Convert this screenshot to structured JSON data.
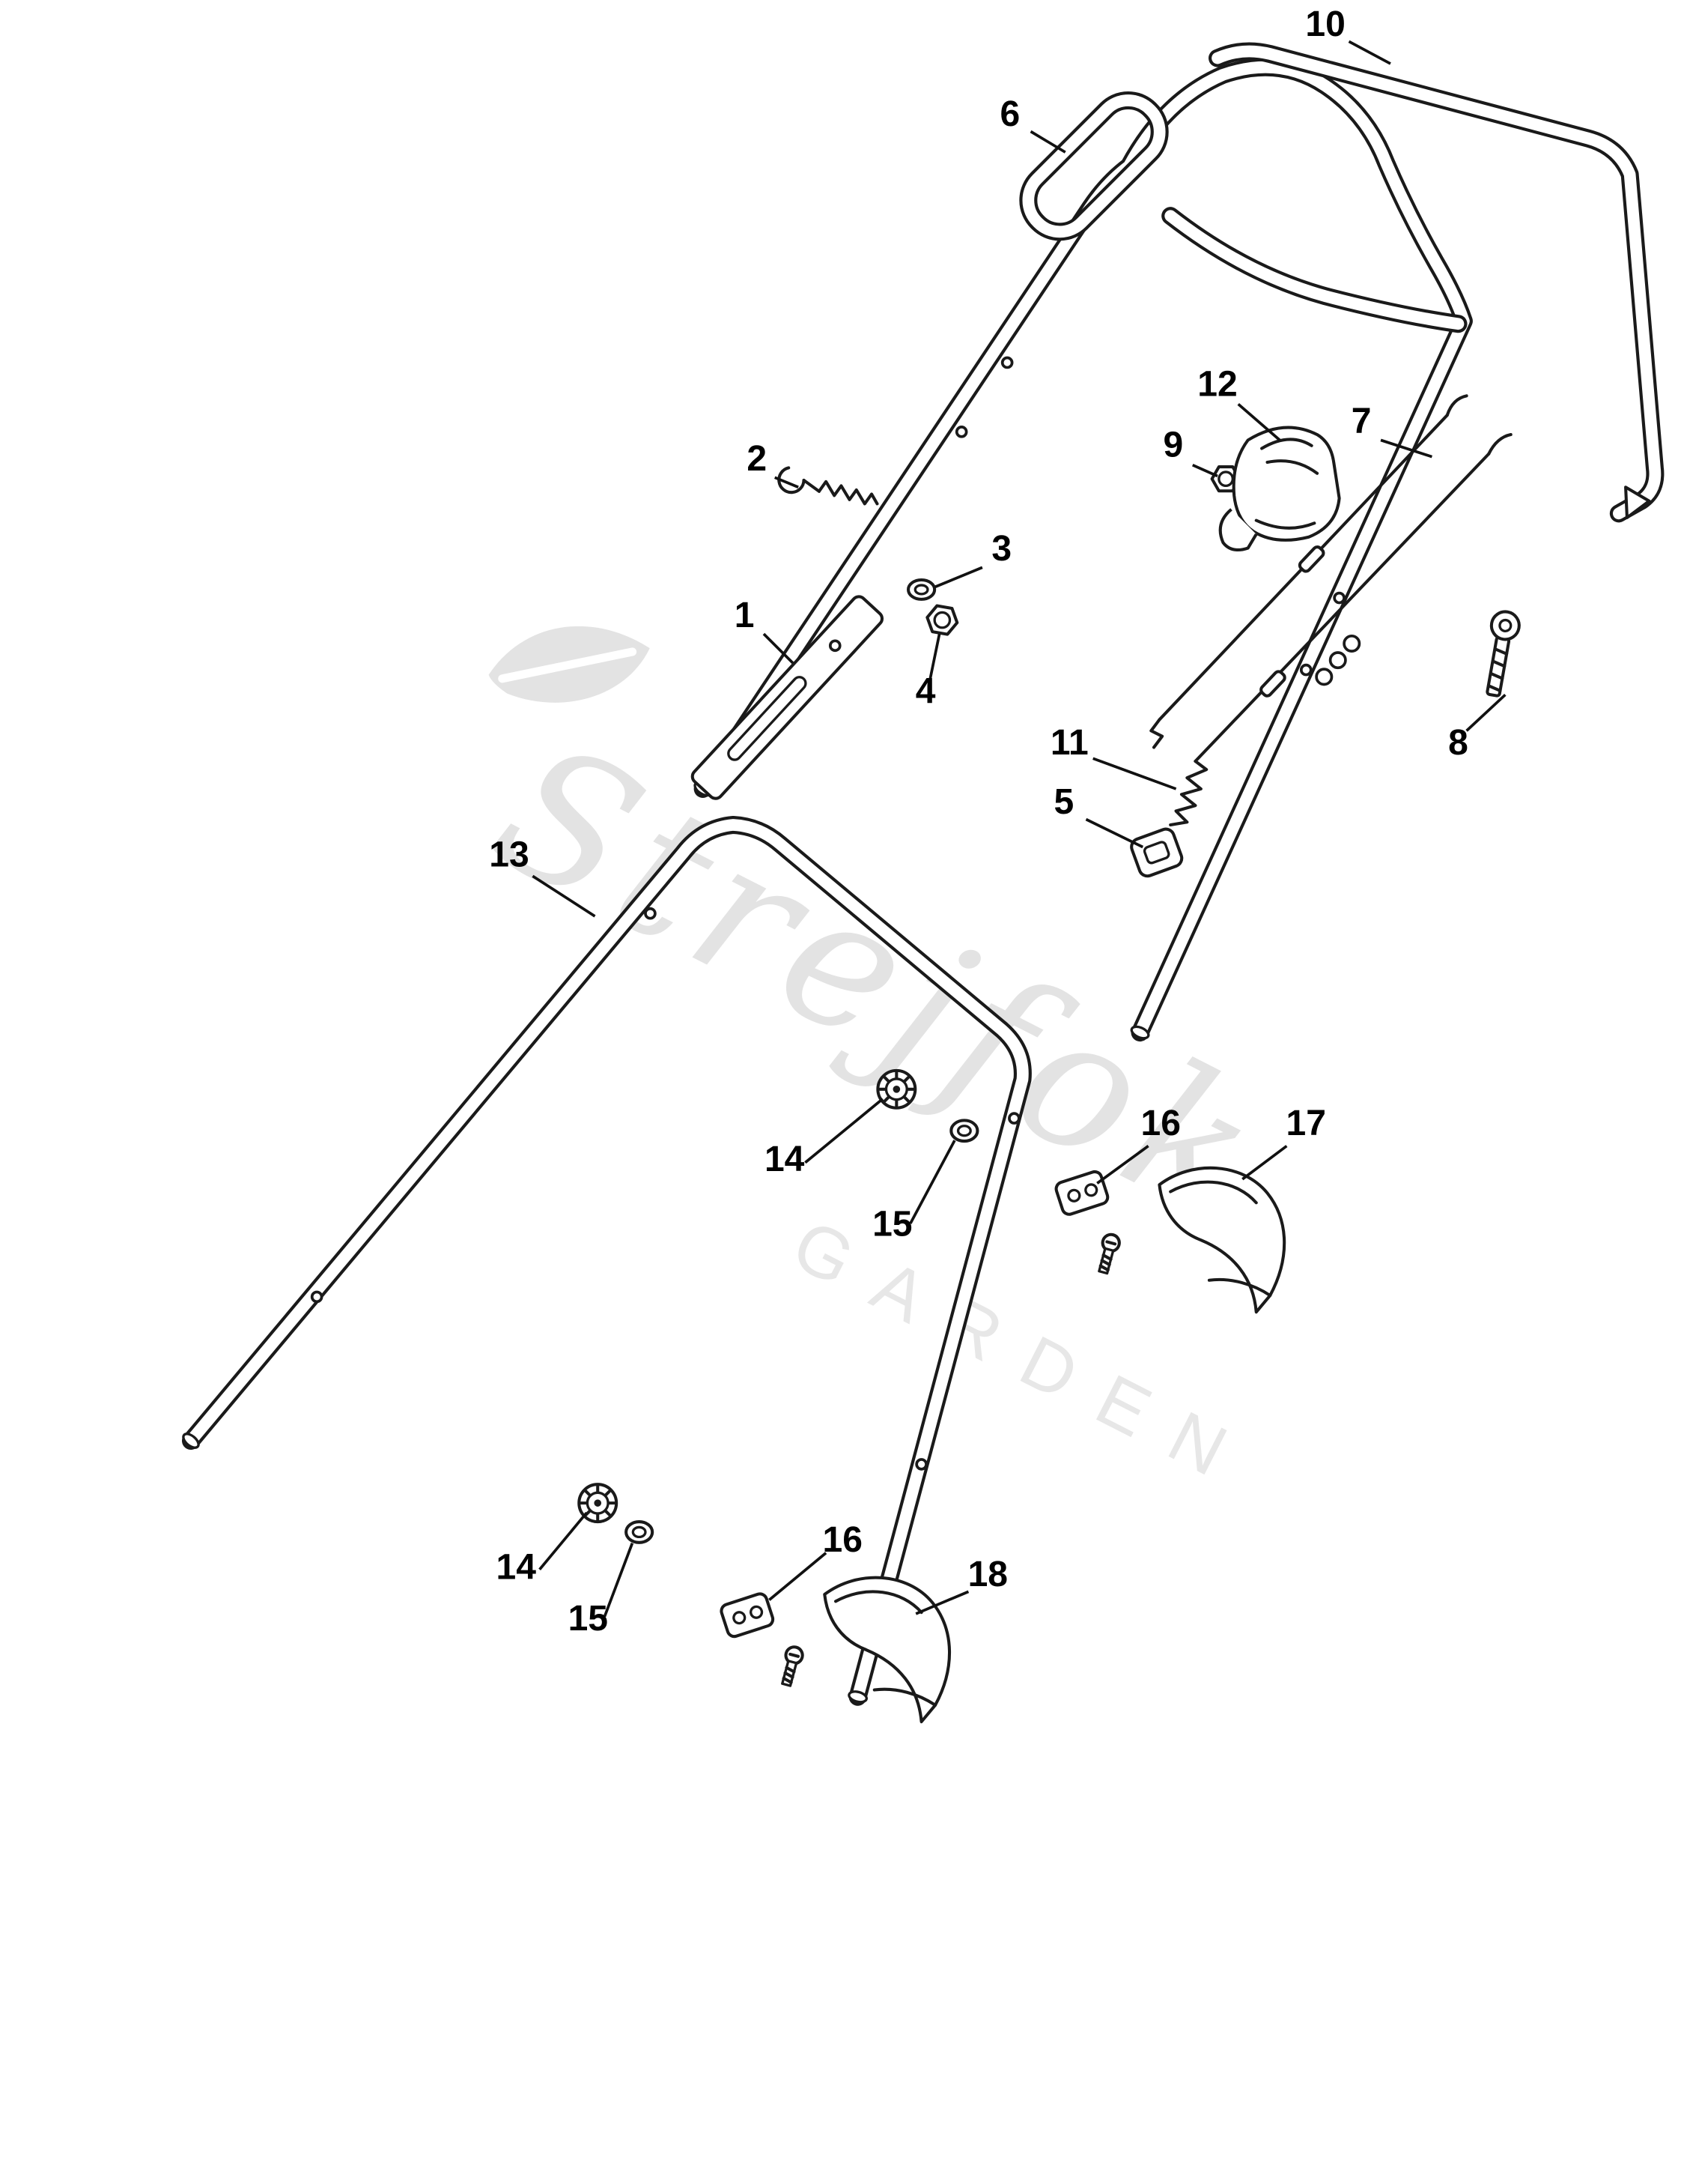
{
  "page": {
    "background": "#ffffff",
    "line_color": "#1a1a1a"
  },
  "watermark": {
    "brand": "Strejfok",
    "sub": "GARDEN"
  },
  "callouts": [
    {
      "part": "10"
    },
    {
      "part": "6"
    },
    {
      "part": "12"
    },
    {
      "part": "9"
    },
    {
      "part": "7"
    },
    {
      "part": "2"
    },
    {
      "part": "3"
    },
    {
      "part": "1"
    },
    {
      "part": "4"
    },
    {
      "part": "8"
    },
    {
      "part": "11"
    },
    {
      "part": "5"
    },
    {
      "part": "13"
    },
    {
      "part": "16"
    },
    {
      "part": "17"
    },
    {
      "part": "14"
    },
    {
      "part": "15"
    },
    {
      "part": "14"
    },
    {
      "part": "15"
    },
    {
      "part": "16"
    },
    {
      "part": "18"
    }
  ]
}
